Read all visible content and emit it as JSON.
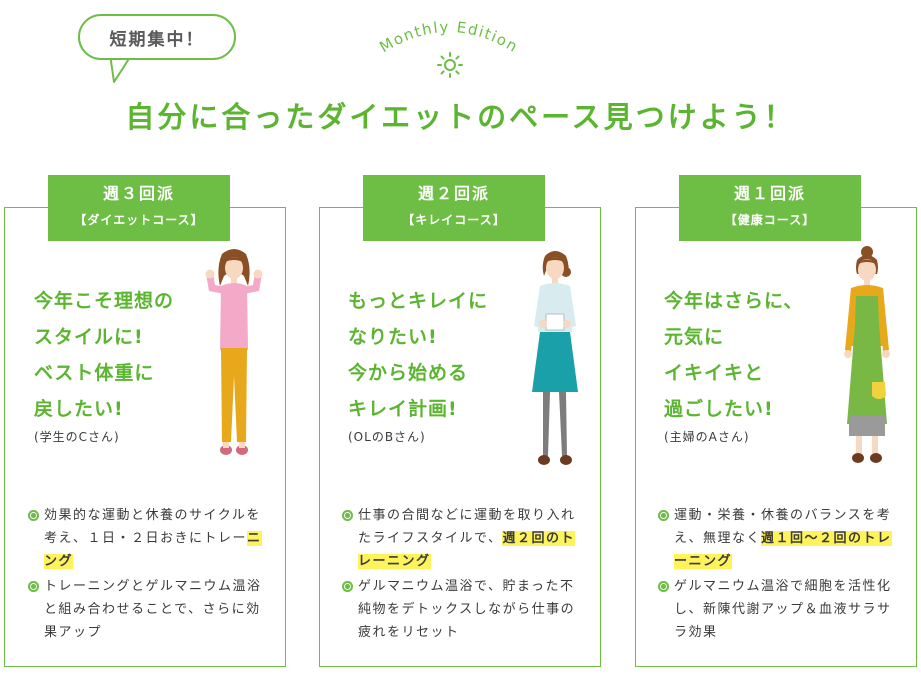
{
  "bubble": {
    "text": "短期集中！"
  },
  "edition": {
    "text": "Monthly Edition"
  },
  "headline": "自分に合ったダイエットのペース見つけよう！",
  "colors": {
    "accent": "#6ebd45",
    "headline": "#5cb531",
    "highlight": "#fff35c"
  },
  "courses": [
    {
      "tab_title": "週３回派",
      "tab_sub": "【ダイエットコース】",
      "catch": [
        "今年こそ理想の",
        "スタイルに!",
        "ベスト体重に",
        "戻したい!"
      ],
      "who": "(学生のCさん)",
      "point1_a": "効果的な運動と休養のサイクルを考え、１日・２日おきにトレー",
      "point1_hl": "ニング",
      "point2": "トレーニングとゲルマニウム温浴と組み合わせることで、さらに効果アップ",
      "icon": "student-woman-illustration"
    },
    {
      "tab_title": "週２回派",
      "tab_sub": "【キレイコース】",
      "catch": [
        "もっとキレイに",
        "なりたい!",
        "今から始める",
        "キレイ計画!"
      ],
      "who": "(OLのBさん)",
      "point1_a": "仕事の合間などに運動を取り入れたライフスタイルで、",
      "point1_hl": "週２回のトレーニング",
      "point2": "ゲルマニウム温浴で、貯まった不純物をデトックスしながら仕事の疲れをリセット",
      "icon": "office-woman-illustration"
    },
    {
      "tab_title": "週１回派",
      "tab_sub": "【健康コース】",
      "catch": [
        "今年はさらに、",
        "元気に",
        "イキイキと",
        "過ごしたい!"
      ],
      "who": "(主婦のAさん)",
      "point1_a": "運動・栄養・休養のバランスを考え、無理なく",
      "point1_hl": "週１回〜２回のトレーニング",
      "point2": "ゲルマニウム温浴で細胞を活性化し、新陳代謝アップ＆血液サラサラ効果",
      "icon": "housewife-illustration"
    }
  ]
}
